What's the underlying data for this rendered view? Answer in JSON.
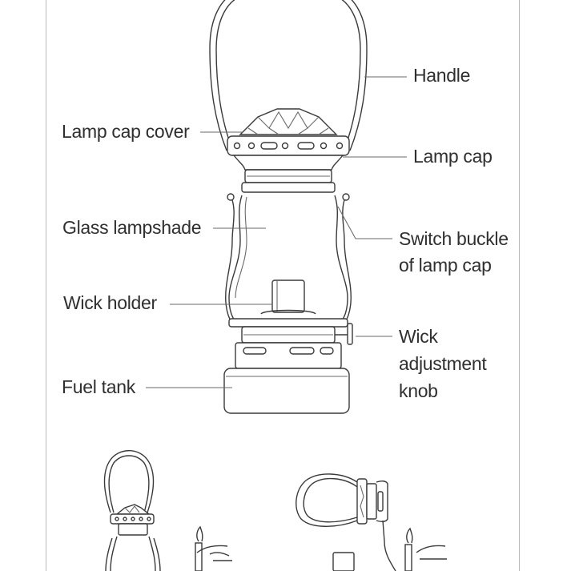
{
  "labels": {
    "handle": "Handle",
    "lamp_cap_cover": "Lamp cap cover",
    "lamp_cap": "Lamp cap",
    "glass_lampshade": "Glass lampshade",
    "switch_buckle_line1": "Switch buckle",
    "switch_buckle_line2": "of lamp cap",
    "wick_holder": "Wick holder",
    "wick_knob_line1": "Wick",
    "wick_knob_line2": "adjustment",
    "wick_knob_line3": "knob",
    "fuel_tank": "Fuel tank"
  }
}
